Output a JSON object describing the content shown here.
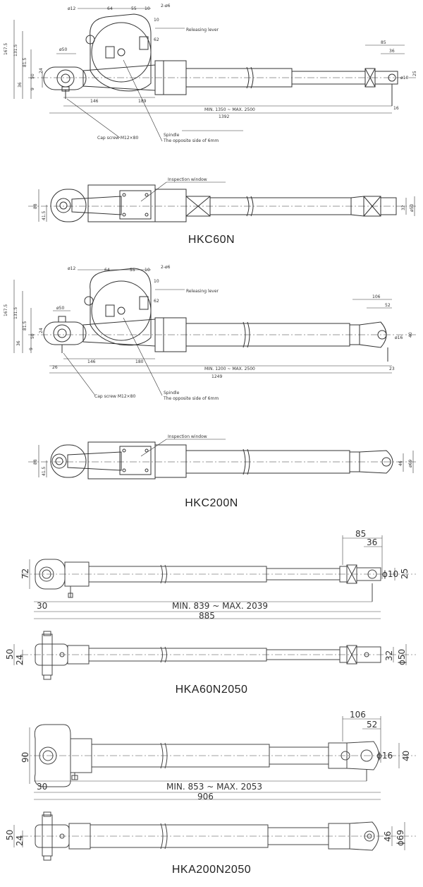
{
  "hkc60n": {
    "caption": "HKC60N",
    "releasing_lever": "Releasing lever",
    "cap_screw": "Cap screw M12×80",
    "spindle_line1": "Spindle",
    "spindle_line2": "The opposite side of 6mm",
    "inspection_window": "Inspection window",
    "dims": {
      "phi12": "ø12",
      "d64": "64",
      "d55": "55",
      "d10": "10",
      "phi6": "2-ø6",
      "d10b": "10",
      "d62": "62",
      "d167_5": "167.5",
      "d131_5": "131.5",
      "d81_5": "81.5",
      "phi50": "ø50",
      "d24": "24",
      "d50": "50",
      "d36": "36",
      "d9": "9",
      "d146": "146",
      "d189": "189",
      "range": "MIN. 1350 ~ MAX. 2500",
      "d1392": "1392",
      "d16": "16",
      "d85": "85",
      "d36b": "36",
      "phi10": "ø10",
      "d25": "25",
      "d88": "88",
      "d41_5": "41.5",
      "d32": "32",
      "phi50b": "ø50"
    }
  },
  "hkc200n": {
    "caption": "HKC200N",
    "releasing_lever": "Releasing lever",
    "cap_screw": "Cap screw M12×80",
    "spindle_line1": "Spindle",
    "spindle_line2": "The opposite side of 6mm",
    "inspection_window": "Inspection window",
    "dims": {
      "phi12": "ø12",
      "d64": "64",
      "d55": "55",
      "d10": "10",
      "phi6": "2-ø6",
      "d10b": "10",
      "d62": "62",
      "d167_5": "167.5",
      "d131_5": "131.5",
      "d81_5": "81.5",
      "phi50": "ø50",
      "d24": "24",
      "d50": "50",
      "d36": "36",
      "d9": "9",
      "d26": "26",
      "d146": "146",
      "d180": "180",
      "range": "MIN. 1200 ~ MAX. 2500",
      "d1249": "1249",
      "d23": "23",
      "d106": "106",
      "d52": "52",
      "phi16": "ø16",
      "d40": "40",
      "d88": "88",
      "d41_5": "41.5",
      "d46": "46",
      "phi69": "ø69"
    }
  },
  "hka60n2050": {
    "caption": "HKA60N2050",
    "dims": {
      "d85": "85",
      "d36": "36",
      "d72": "72",
      "phi10": "ϕ10",
      "d25": "25",
      "d30": "30",
      "range": "MIN. 839 ~ MAX. 2039",
      "d885": "885",
      "d50": "50",
      "d24": "24",
      "d32": "32",
      "phi50": "ϕ50"
    }
  },
  "hka200n2050": {
    "caption": "HKA200N2050",
    "dims": {
      "d106": "106",
      "d52": "52",
      "d90": "90",
      "phi16": "ϕ16",
      "d40": "40",
      "d30": "30",
      "range": "MIN. 853 ~ MAX. 2053",
      "d906": "906",
      "d50": "50",
      "d24": "24",
      "d46": "46",
      "phi69": "ϕ69"
    }
  }
}
